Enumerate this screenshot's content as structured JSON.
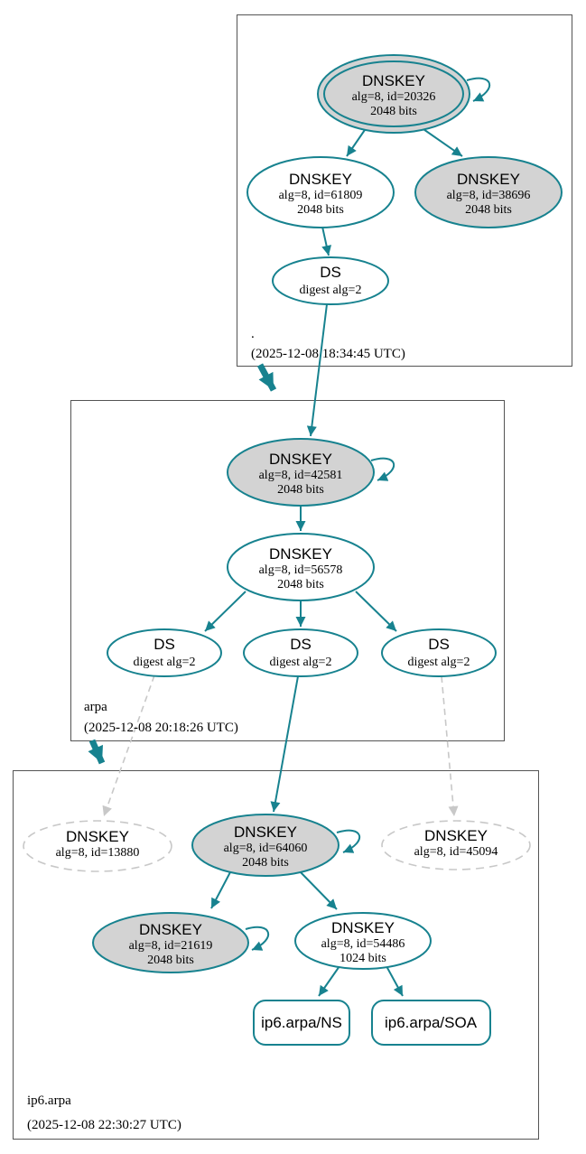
{
  "colors": {
    "accent_teal": "#17828F",
    "node_fill_gray": "#d3d3d3",
    "node_fill_white": "#ffffff",
    "dashed_gray": "#c8c8c8",
    "zone_box_border": "#545454"
  },
  "zones": {
    "root": {
      "label": ".",
      "timestamp": "(2025-12-08 18:34:45 UTC)",
      "nodes": {
        "ksk_20326": {
          "title": "DNSKEY",
          "attrs": "alg=8, id=20326",
          "bits": "2048 bits"
        },
        "zsk_61809": {
          "title": "DNSKEY",
          "attrs": "alg=8, id=61809",
          "bits": "2048 bits"
        },
        "ksk_38696": {
          "title": "DNSKEY",
          "attrs": "alg=8, id=38696",
          "bits": "2048 bits"
        },
        "ds": {
          "title": "DS",
          "attrs": "digest alg=2"
        }
      }
    },
    "arpa": {
      "label": "arpa",
      "timestamp": "(2025-12-08 20:18:26 UTC)",
      "nodes": {
        "ksk_42581": {
          "title": "DNSKEY",
          "attrs": "alg=8, id=42581",
          "bits": "2048 bits"
        },
        "zsk_56578": {
          "title": "DNSKEY",
          "attrs": "alg=8, id=56578",
          "bits": "2048 bits"
        },
        "ds_left": {
          "title": "DS",
          "attrs": "digest alg=2"
        },
        "ds_mid": {
          "title": "DS",
          "attrs": "digest alg=2"
        },
        "ds_right": {
          "title": "DS",
          "attrs": "digest alg=2"
        }
      }
    },
    "ip6_arpa": {
      "label": "ip6.arpa",
      "timestamp": "(2025-12-08 22:30:27 UTC)",
      "nodes": {
        "dnskey_13880": {
          "title": "DNSKEY",
          "attrs": "alg=8, id=13880"
        },
        "ksk_64060": {
          "title": "DNSKEY",
          "attrs": "alg=8, id=64060",
          "bits": "2048 bits"
        },
        "dnskey_45094": {
          "title": "DNSKEY",
          "attrs": "alg=8, id=45094"
        },
        "ksk_21619": {
          "title": "DNSKEY",
          "attrs": "alg=8, id=21619",
          "bits": "2048 bits"
        },
        "zsk_54486": {
          "title": "DNSKEY",
          "attrs": "alg=8, id=54486",
          "bits": "1024 bits"
        },
        "rrset_ns": {
          "label": "ip6.arpa/NS"
        },
        "rrset_soa": {
          "label": "ip6.arpa/SOA"
        }
      }
    }
  }
}
